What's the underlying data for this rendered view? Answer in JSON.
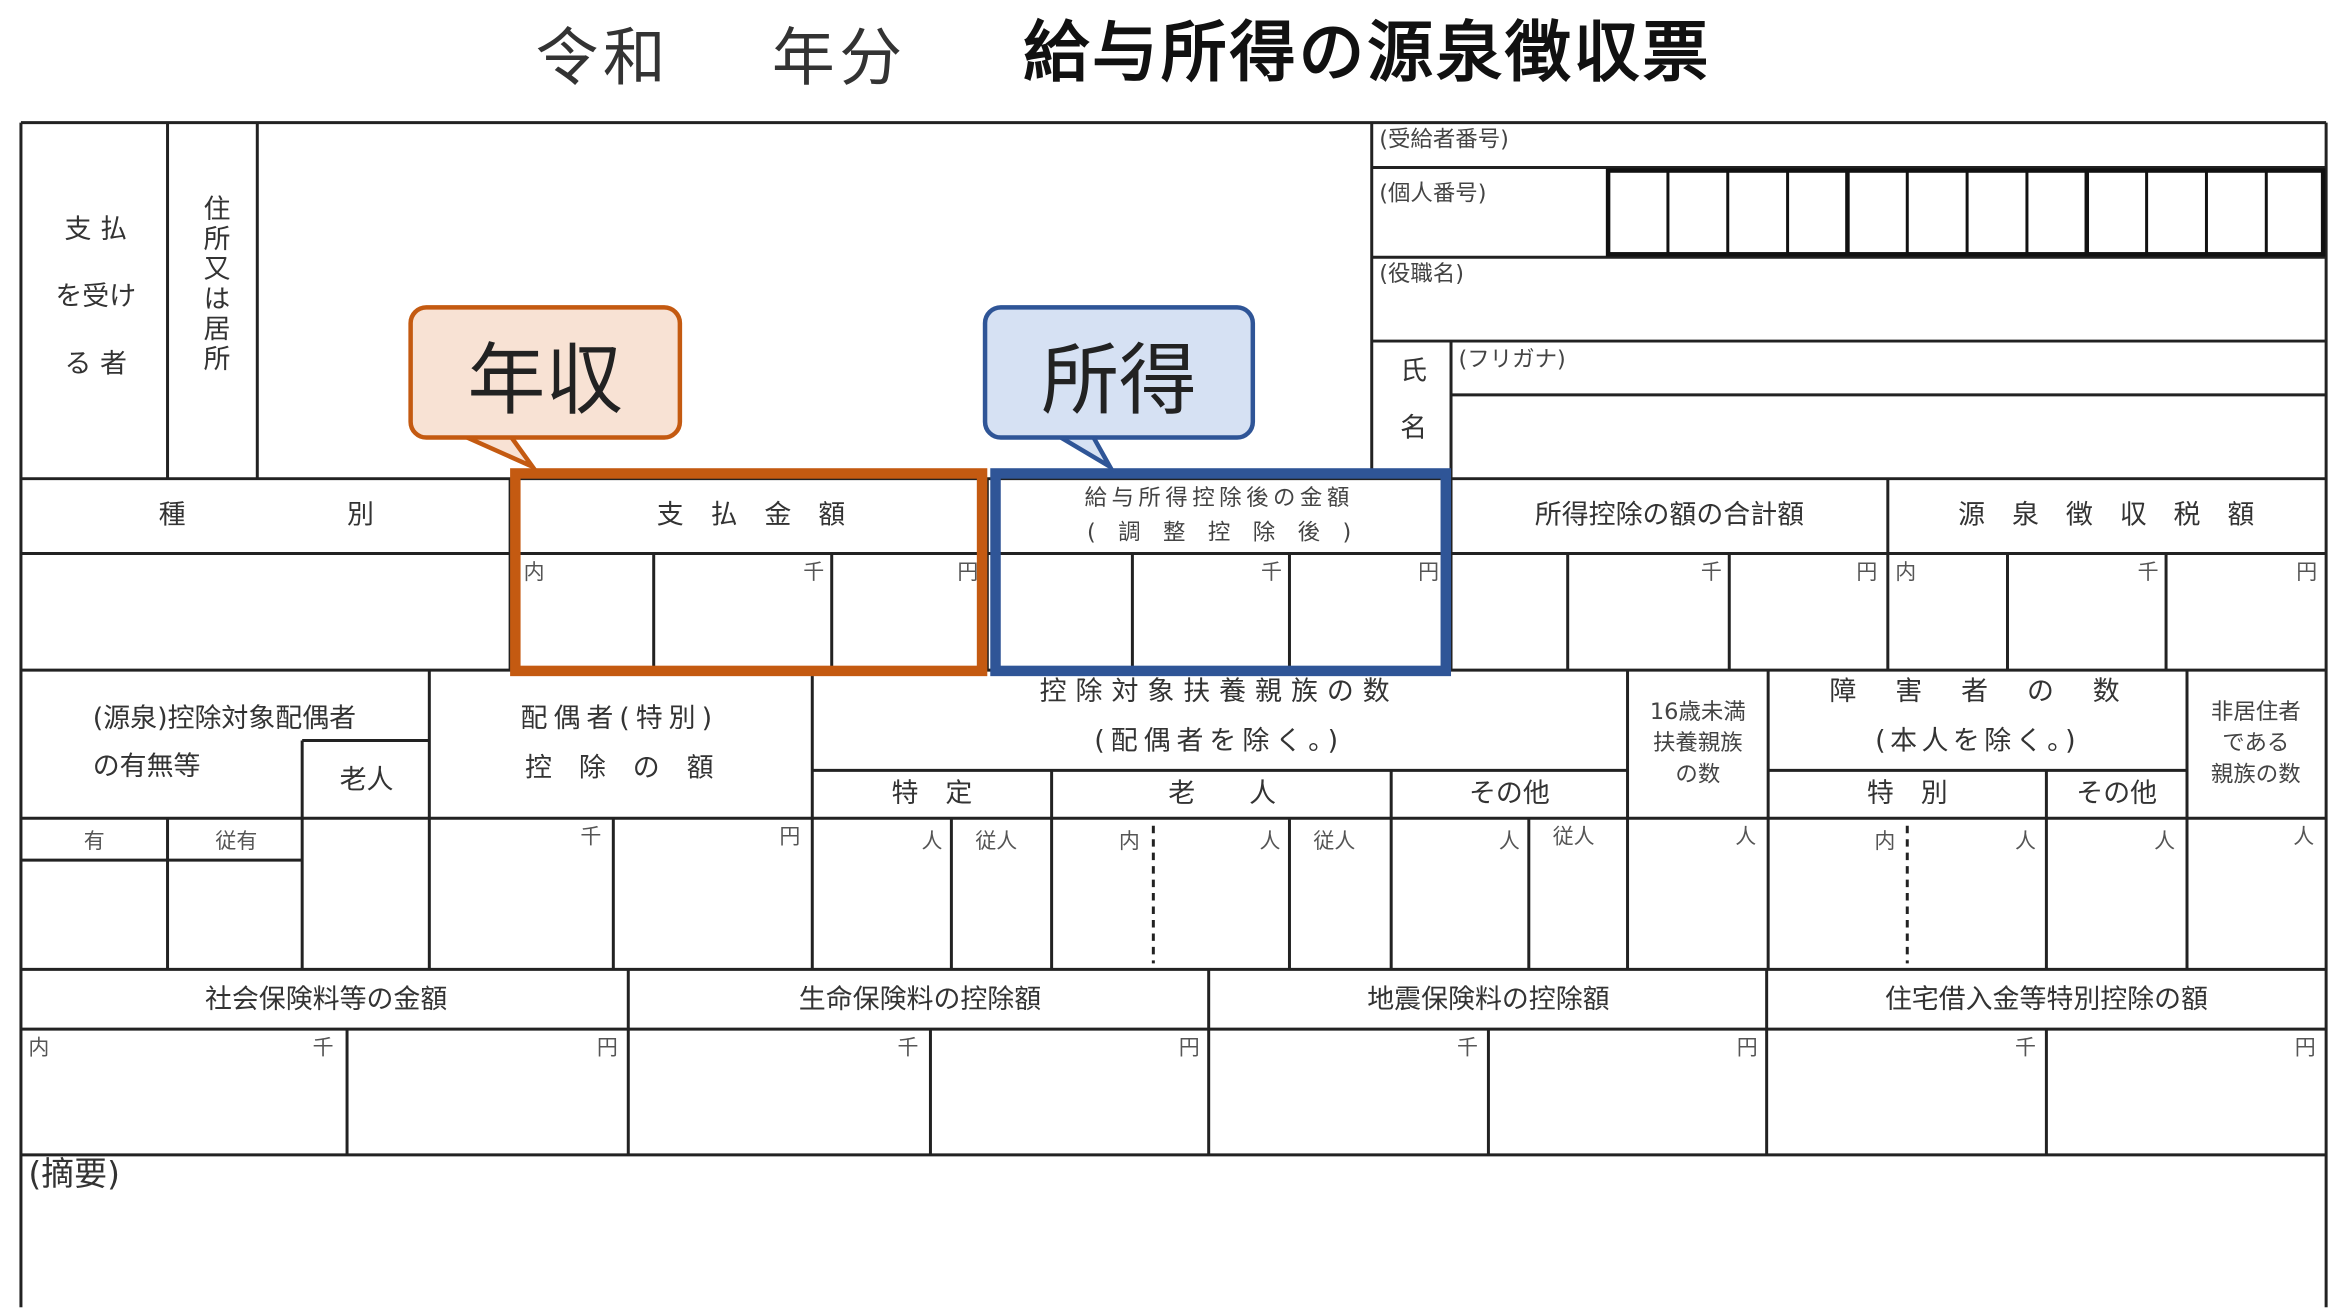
{
  "title": {
    "era": "令和",
    "year_suffix": "年分",
    "main": "給与所得の源泉徴収票"
  },
  "recipient": {
    "label": "支払を受ける者",
    "address_label": "住所又は居所",
    "recipient_number_label": "(受給者番号)",
    "personal_number_label": "(個人番号)",
    "position_label": "(役職名)",
    "name_label": "氏名",
    "furigana_label": "(フリガナ)"
  },
  "row1_headers": {
    "type": "種　　　　　　別",
    "payment_amount": "支　払　金　額",
    "after_deduction_line1": "給与所得控除後の金額",
    "after_deduction_line2": "(　調　整　控　除　後　)",
    "total_deductions": "所得控除の額の合計額",
    "withholding_tax": "源　泉　徴　収　税　額"
  },
  "units": {
    "inner": "内",
    "thousand": "千",
    "yen": "円",
    "person": "人",
    "dependent_person": "従人"
  },
  "row2_headers": {
    "spouse_exists_line1": "(源泉)控除対象配偶者",
    "spouse_exists_line2": "の有無等",
    "elderly": "老人",
    "spouse_deduction_line1": "配偶者(特別)",
    "spouse_deduction_line2": "控　除　の　額",
    "dependents_line1": "控除対象扶養親族の数",
    "dependents_line2": "(配偶者を除く。)",
    "specific": "特　定",
    "elderly_dep": "老　　人",
    "other": "その他",
    "under16": [
      "16歳未満",
      "扶養親族",
      "の数"
    ],
    "disabled_line1": "障　害　者　の　数",
    "disabled_line2": "(本人を除く。)",
    "special": "特　別",
    "disabled_other": "その他",
    "nonresident": [
      "非居住者",
      "である",
      "親族の数"
    ],
    "has": "有",
    "dependent_has": "従有"
  },
  "row3_headers": {
    "social_insurance": "社会保険料等の金額",
    "life_insurance": "生命保険料の控除額",
    "earthquake_insurance": "地震保険料の控除額",
    "housing_loan": "住宅借入金等特別控除の額"
  },
  "remarks_label": "(摘要)",
  "callouts": {
    "annual_income": "年収",
    "income": "所得"
  },
  "colors": {
    "orange": "#c45a11",
    "orange_fill": "#f8e2d4",
    "blue": "#2f5597",
    "blue_fill": "#d6e1f3"
  }
}
